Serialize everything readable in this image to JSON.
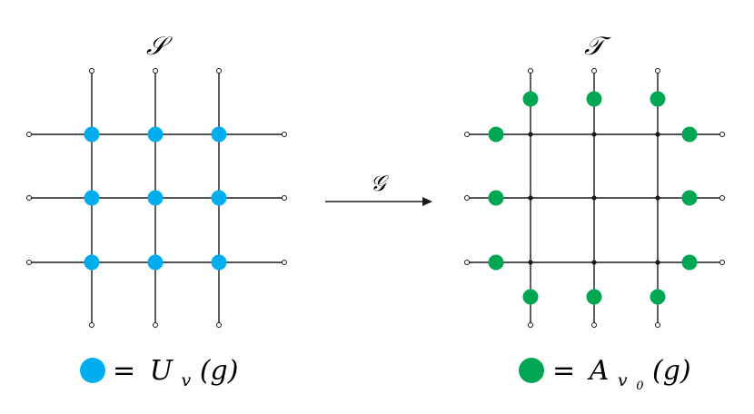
{
  "labels": {
    "left_grid": "𝒮",
    "right_grid": "𝒯",
    "map": "𝒢"
  },
  "legend": {
    "left": {
      "equals": "=",
      "symbol": "U",
      "subscript": "v",
      "argument": "(g)"
    },
    "right": {
      "equals": "=",
      "symbol": "A",
      "subscript": "v",
      "subsubscript": "0",
      "argument": "(g)"
    }
  },
  "colors": {
    "blue_node": "#00aeef",
    "green_node": "#00a651",
    "line": "#1a1a1a"
  },
  "grid": {
    "size": "3x3"
  }
}
